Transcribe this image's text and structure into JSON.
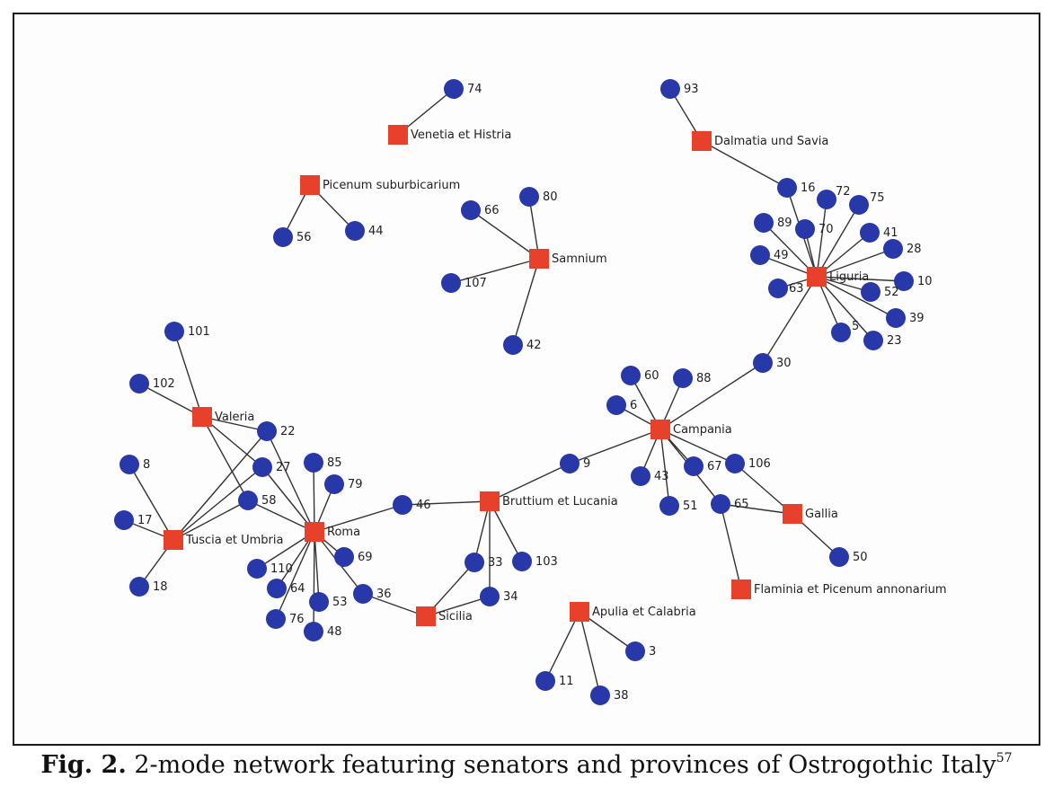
{
  "caption": {
    "label": "Fig. 2.",
    "text": "2-mode network featuring senators and provinces of Ostrogothic Italy",
    "footnote": "57"
  },
  "colors": {
    "province": "#e8412b",
    "senator": "#2838a8",
    "edge": "#333333"
  },
  "provinces": [
    {
      "id": "venetia",
      "label": "Venetia et Histria"
    },
    {
      "id": "dalmatia",
      "label": "Dalmatia und Savia"
    },
    {
      "id": "picenum_sub",
      "label": "Picenum suburbicarium"
    },
    {
      "id": "samnium",
      "label": "Samnium"
    },
    {
      "id": "liguria",
      "label": "Liguria"
    },
    {
      "id": "valeria",
      "label": "Valeria"
    },
    {
      "id": "campania",
      "label": "Campania"
    },
    {
      "id": "bruttium",
      "label": "Bruttium et Lucania"
    },
    {
      "id": "tuscia",
      "label": "Tuscia et Umbria"
    },
    {
      "id": "roma",
      "label": "Roma"
    },
    {
      "id": "gallia",
      "label": "Gallia"
    },
    {
      "id": "sicilia",
      "label": "Sicilia"
    },
    {
      "id": "apulia",
      "label": "Apulia et Calabria"
    },
    {
      "id": "flaminia",
      "label": "Flaminia et Picenum annonarium"
    }
  ],
  "senators": [
    "74",
    "93",
    "16",
    "72",
    "75",
    "89",
    "70",
    "41",
    "28",
    "49",
    "10",
    "52",
    "63",
    "39",
    "5",
    "23",
    "30",
    "80",
    "66",
    "107",
    "42",
    "56",
    "44",
    "101",
    "102",
    "22",
    "27",
    "8",
    "58",
    "17",
    "18",
    "85",
    "79",
    "46",
    "69",
    "110",
    "64",
    "53",
    "76",
    "48",
    "36",
    "33",
    "103",
    "34",
    "9",
    "60",
    "88",
    "6",
    "43",
    "51",
    "67",
    "106",
    "65",
    "50",
    "3",
    "11",
    "38"
  ],
  "edges": [
    [
      "venetia",
      "74"
    ],
    [
      "dalmatia",
      "93"
    ],
    [
      "dalmatia",
      "16"
    ],
    [
      "picenum_sub",
      "56"
    ],
    [
      "picenum_sub",
      "44"
    ],
    [
      "samnium",
      "80"
    ],
    [
      "samnium",
      "66"
    ],
    [
      "samnium",
      "107"
    ],
    [
      "samnium",
      "42"
    ],
    [
      "liguria",
      "16"
    ],
    [
      "liguria",
      "72"
    ],
    [
      "liguria",
      "75"
    ],
    [
      "liguria",
      "89"
    ],
    [
      "liguria",
      "70"
    ],
    [
      "liguria",
      "41"
    ],
    [
      "liguria",
      "28"
    ],
    [
      "liguria",
      "49"
    ],
    [
      "liguria",
      "10"
    ],
    [
      "liguria",
      "52"
    ],
    [
      "liguria",
      "63"
    ],
    [
      "liguria",
      "39"
    ],
    [
      "liguria",
      "5"
    ],
    [
      "liguria",
      "23"
    ],
    [
      "liguria",
      "30"
    ],
    [
      "campania",
      "30"
    ],
    [
      "campania",
      "60"
    ],
    [
      "campania",
      "88"
    ],
    [
      "campania",
      "6"
    ],
    [
      "campania",
      "43"
    ],
    [
      "campania",
      "51"
    ],
    [
      "campania",
      "67"
    ],
    [
      "campania",
      "106"
    ],
    [
      "campania",
      "65"
    ],
    [
      "campania",
      "9"
    ],
    [
      "bruttium",
      "9"
    ],
    [
      "bruttium",
      "46"
    ],
    [
      "bruttium",
      "33"
    ],
    [
      "bruttium",
      "103"
    ],
    [
      "bruttium",
      "34"
    ],
    [
      "sicilia",
      "33"
    ],
    [
      "sicilia",
      "34"
    ],
    [
      "sicilia",
      "36"
    ],
    [
      "roma",
      "46"
    ],
    [
      "roma",
      "85"
    ],
    [
      "roma",
      "79"
    ],
    [
      "roma",
      "69"
    ],
    [
      "roma",
      "110"
    ],
    [
      "roma",
      "64"
    ],
    [
      "roma",
      "53"
    ],
    [
      "roma",
      "76"
    ],
    [
      "roma",
      "48"
    ],
    [
      "roma",
      "36"
    ],
    [
      "roma",
      "27"
    ],
    [
      "roma",
      "22"
    ],
    [
      "roma",
      "58"
    ],
    [
      "valeria",
      "101"
    ],
    [
      "valeria",
      "102"
    ],
    [
      "valeria",
      "22"
    ],
    [
      "valeria",
      "58"
    ],
    [
      "valeria",
      "27"
    ],
    [
      "tuscia",
      "8"
    ],
    [
      "tuscia",
      "17"
    ],
    [
      "tuscia",
      "18"
    ],
    [
      "tuscia",
      "22"
    ],
    [
      "tuscia",
      "27"
    ],
    [
      "tuscia",
      "58"
    ],
    [
      "gallia",
      "106"
    ],
    [
      "gallia",
      "65"
    ],
    [
      "gallia",
      "50"
    ],
    [
      "flaminia",
      "65"
    ],
    [
      "apulia",
      "3"
    ],
    [
      "apulia",
      "11"
    ],
    [
      "apulia",
      "38"
    ]
  ]
}
